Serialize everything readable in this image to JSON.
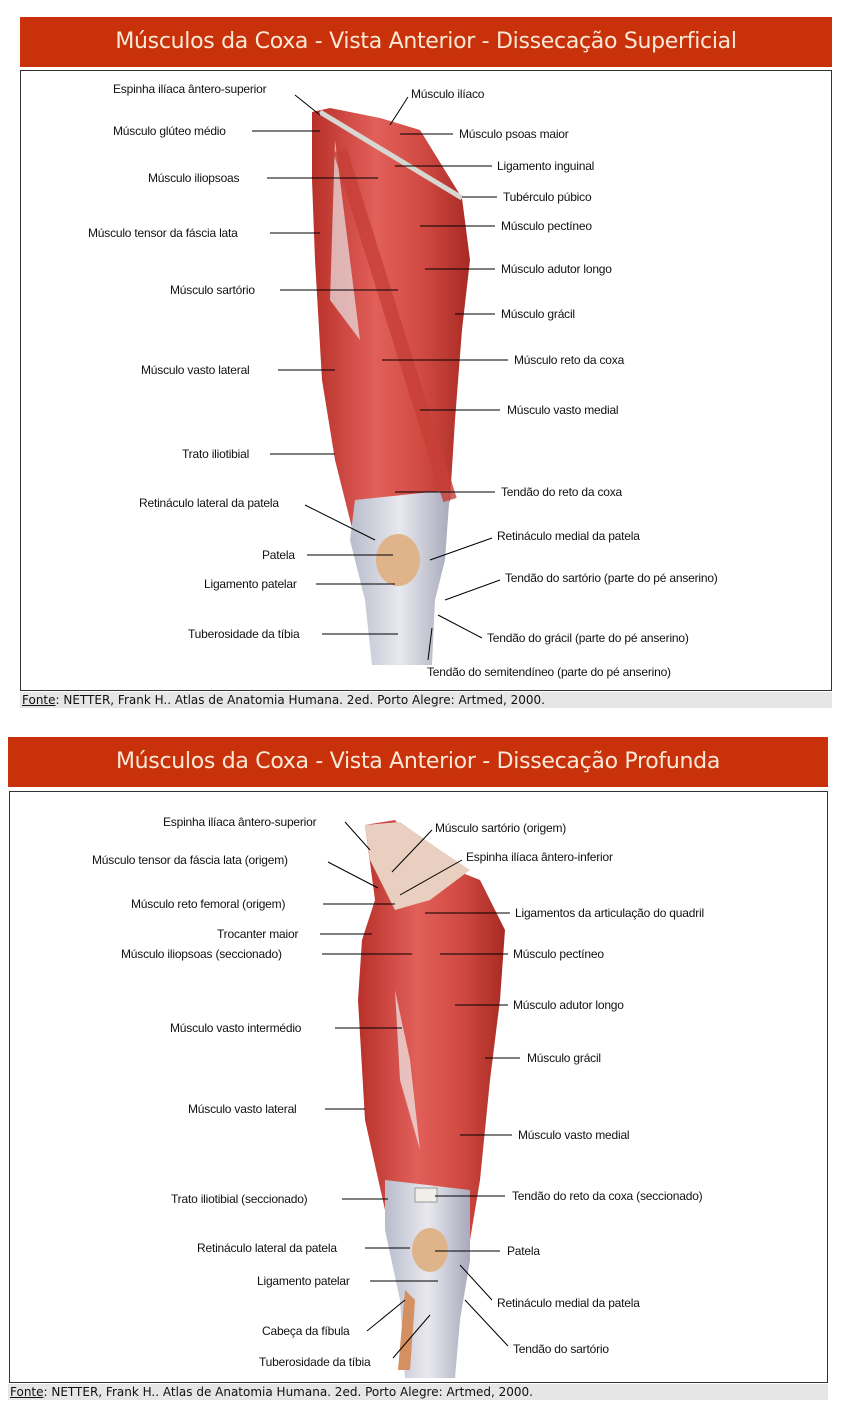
{
  "colors": {
    "header_bg": "#c8310a",
    "header_text": "#fbe9d8",
    "footer_bg": "#e6e6e6"
  },
  "footer": {
    "prefix": "Fonte",
    "text": ": NETTER, Frank H.. Atlas de Anatomia Humana. 2ed. Porto Alegre: Artmed, 2000."
  },
  "panels": [
    {
      "title": "Músculos da Coxa - Vista Anterior - Dissecação Superficial",
      "labels": [
        "Espinha ilíaca ântero-superior",
        "Músculo glúteo médio",
        "Músculo iliopsoas",
        "Músculo tensor da fáscia lata",
        "Músculo sartório",
        "Músculo vasto lateral",
        "Trato iliotibial",
        "Retináculo lateral da patela",
        "Patela",
        "Ligamento patelar",
        "Tuberosidade da tíbia",
        "Músculo ilíaco",
        "Músculo psoas maior",
        "Ligamento inguinal",
        "Tubérculo púbico",
        "Músculo pectíneo",
        "Músculo adutor longo",
        "Músculo grácil",
        "Músculo reto da coxa",
        "Músculo vasto medial",
        "Tendão do reto da coxa",
        "Retináculo medial da patela",
        "Tendão do sartório (parte do pé anserino)",
        "Tendão do grácil (parte do pé anserino)",
        "Tendão do semitendíneo (parte do pé anserino)"
      ]
    },
    {
      "title": "Músculos da Coxa - Vista Anterior - Dissecação Profunda",
      "labels": [
        "Espinha ilíaca ântero-superior",
        "Músculo tensor da fáscia lata (origem)",
        "Músculo reto femoral (origem)",
        "Trocanter maior",
        "Músculo iliopsoas (seccionado)",
        "Músculo vasto intermédio",
        "Músculo vasto lateral",
        "Trato iliotibial (seccionado)",
        "Retináculo lateral da patela",
        "Ligamento patelar",
        "Cabeça da fíbula",
        "Tuberosidade da tíbia",
        "Músculo sartório (origem)",
        "Espinha ilíaca ântero-inferior",
        "Ligamentos da articulação do quadril",
        "Músculo pectíneo",
        "Músculo adutor longo",
        "Músculo grácil",
        "Músculo vasto medial",
        "Tendão do reto da coxa (seccionado)",
        "Patela",
        "Retináculo medial da patela",
        "Tendão do sartório"
      ]
    }
  ]
}
